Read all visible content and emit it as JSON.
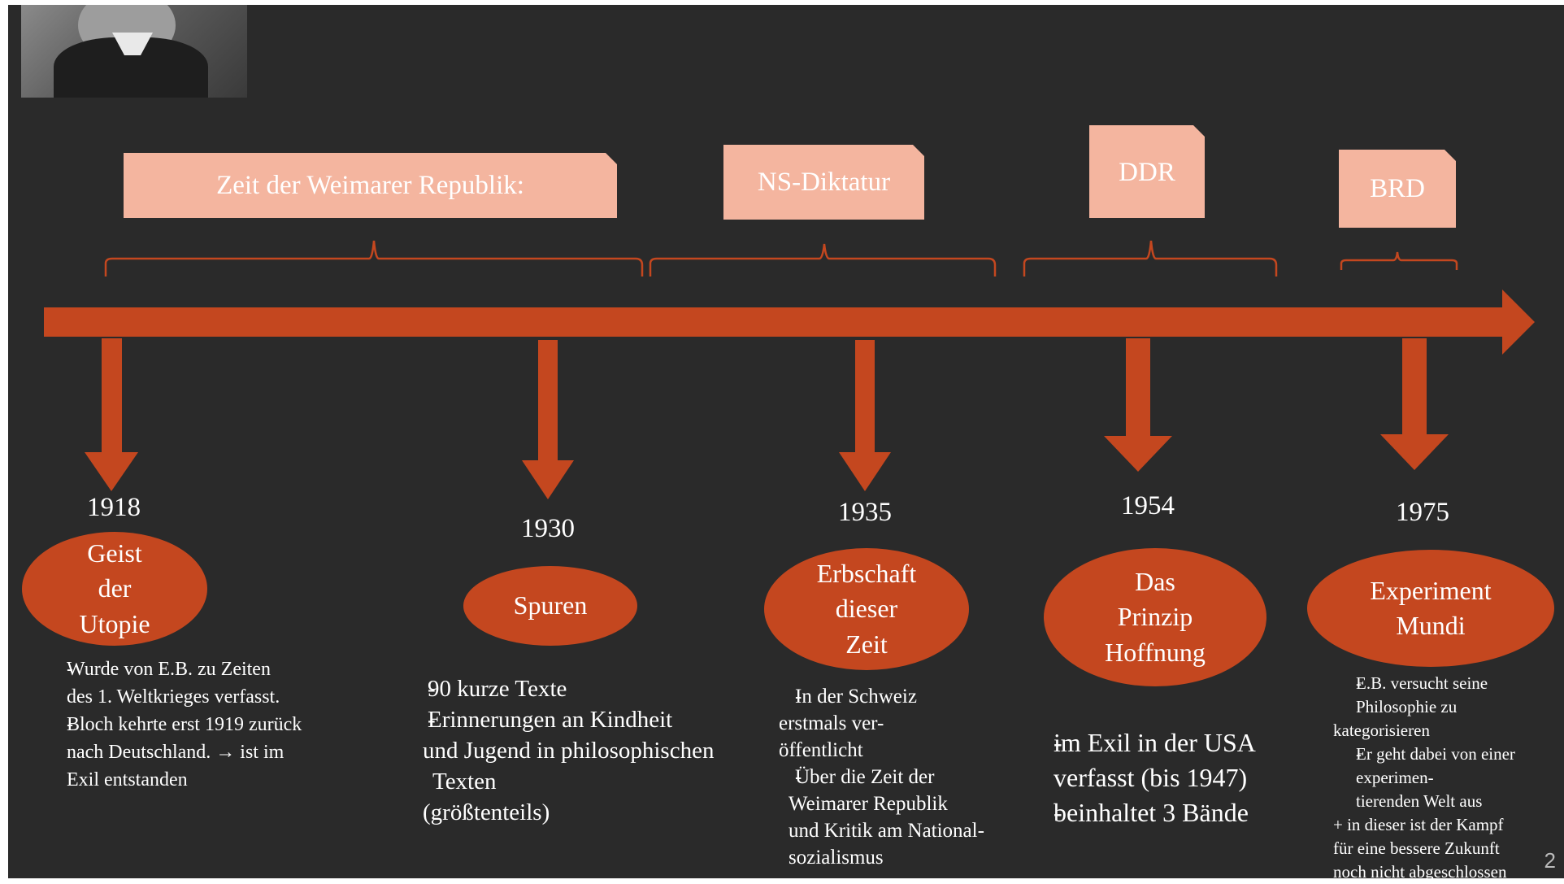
{
  "eras": [
    {
      "label": "Zeit der Weimarer Republik:"
    },
    {
      "label": "NS-Diktatur"
    },
    {
      "label": "DDR"
    },
    {
      "label": "BRD"
    }
  ],
  "timeline": [
    {
      "year": "1918",
      "work": [
        "Geist",
        "der",
        "Utopie"
      ],
      "notes": [
        {
          "dash": true,
          "lines": [
            "Wurde von E.B. zu Zeiten",
            "des 1. Weltkrieges verfasst."
          ]
        },
        {
          "dash": true,
          "lines": [
            "Bloch kehrte erst 1919 zurück",
            "nach Deutschland. → ist im",
            "Exil entstanden"
          ]
        }
      ]
    },
    {
      "year": "1930",
      "work": [
        "Spuren"
      ],
      "notes": [
        {
          "dash": true,
          "lines": [
            "90 kurze Texte"
          ]
        },
        {
          "dash": true,
          "lines": [
            "Erinnerungen an Kindheit",
            "und Jugend in philosophischen",
            "Texten",
            "(größtenteils)"
          ]
        }
      ]
    },
    {
      "year": "1935",
      "work": [
        "Erbschaft",
        "dieser",
        "Zeit"
      ],
      "notes": [
        {
          "dash": true,
          "lines": [
            "In der Schweiz",
            "erstmals ver-",
            "öffentlicht"
          ]
        },
        {
          "dash": true,
          "lines": [
            "Über die Zeit der",
            "Weimarer Republik",
            "und Kritik am National-",
            "sozialismus"
          ]
        }
      ]
    },
    {
      "year": "1954",
      "work": [
        "Das",
        "Prinzip",
        "Hoffnung"
      ],
      "notes": [
        {
          "dash": true,
          "lines": [
            "im Exil in der USA",
            "verfasst (bis 1947)"
          ]
        },
        {
          "dash": true,
          "lines": [
            "beinhaltet 3 Bände"
          ]
        }
      ]
    },
    {
      "year": "1975",
      "work": [
        "Experiment",
        "Mundi"
      ],
      "notes": [
        {
          "dash": true,
          "lines": [
            "E.B. versucht seine",
            "Philosophie zu",
            "kategorisieren"
          ]
        },
        {
          "dash": true,
          "lines": [
            "Er geht dabei von einer",
            "experimen-",
            "tierenden Welt aus"
          ]
        },
        {
          "dash": false,
          "lines": [
            "+ in dieser ist der Kampf",
            "für eine bessere Zukunft",
            "noch nicht abgeschlossen"
          ]
        }
      ]
    }
  ],
  "page_number": "2",
  "colors": {
    "background": "#2a2a2a",
    "era_box": "#f4b59f",
    "accent": "#c4471f",
    "text": "#ffffff"
  }
}
